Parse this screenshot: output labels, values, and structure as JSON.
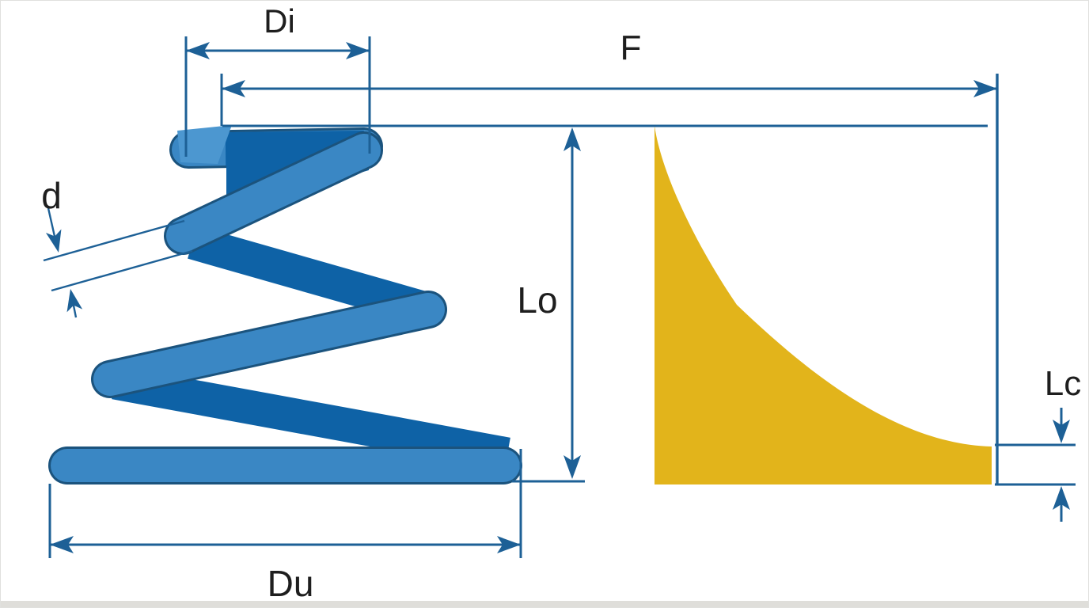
{
  "figure": {
    "type": "technical-diagram",
    "subject": "Conical compression spring schematic with dimension annotations and force-deflection characteristic area",
    "labels": {
      "top_inner_diameter": "Di",
      "force": "F",
      "wire_diameter": "d",
      "free_length": "Lo",
      "bottom_outer_diameter": "Du",
      "solid_length": "Lc"
    },
    "colors": {
      "background": "#FFFFFF",
      "spring_light_blue": "#3A87C4",
      "spring_highlight_blue": "#4C97D0",
      "spring_dark_blue": "#0E62A6",
      "spring_outline_blue": "#1B537D",
      "dimension_blue": "#1D6096",
      "curve_yellow": "#E2B41B",
      "label_text": "#1E1E1E"
    }
  }
}
